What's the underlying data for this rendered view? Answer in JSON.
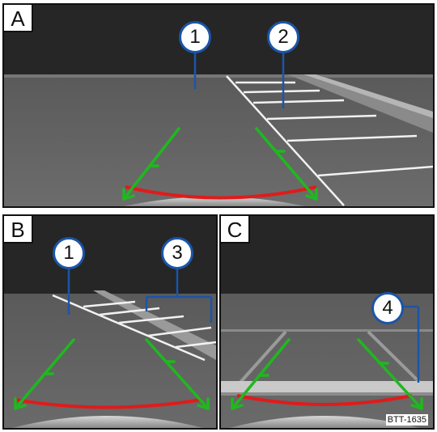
{
  "panels": {
    "a": {
      "label": "A"
    },
    "b": {
      "label": "B"
    },
    "c": {
      "label": "C"
    }
  },
  "callouts": {
    "a1": "1",
    "a2": "2",
    "b1": "1",
    "b3": "3",
    "c4": "4"
  },
  "figure_code": "BTT-1635",
  "colors": {
    "guide_line": "#1fb81f",
    "distance_arc": "#e01b1b",
    "callout_border": "#1b55a8",
    "leader_line": "#1b55a8",
    "parking_line": "#f2f2f2"
  }
}
